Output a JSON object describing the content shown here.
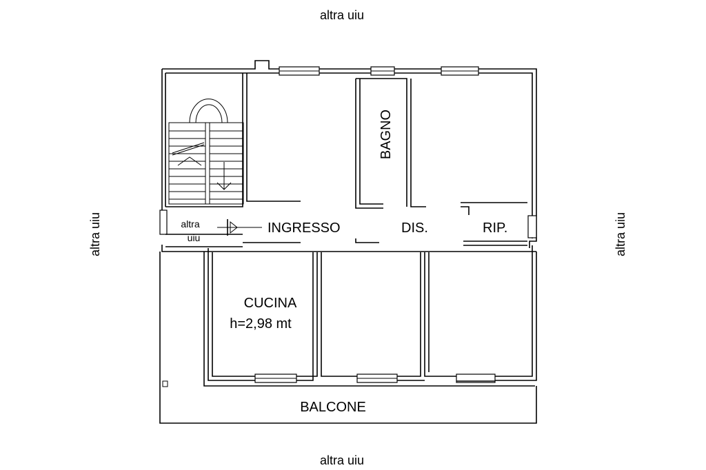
{
  "labels": {
    "top": "altra uiu",
    "bottom": "altra uiu",
    "left": "altra uiu",
    "right": "altra uiu",
    "stair_line1": "altra",
    "stair_line2": "uiu"
  },
  "rooms": {
    "ingresso": "INGRESSO",
    "bagno": "BAGNO",
    "dis": "DIS.",
    "rip": "RIP.",
    "cucina": "CUCINA",
    "height": "h=2,98 mt",
    "balcone": "BALCONE"
  }
}
